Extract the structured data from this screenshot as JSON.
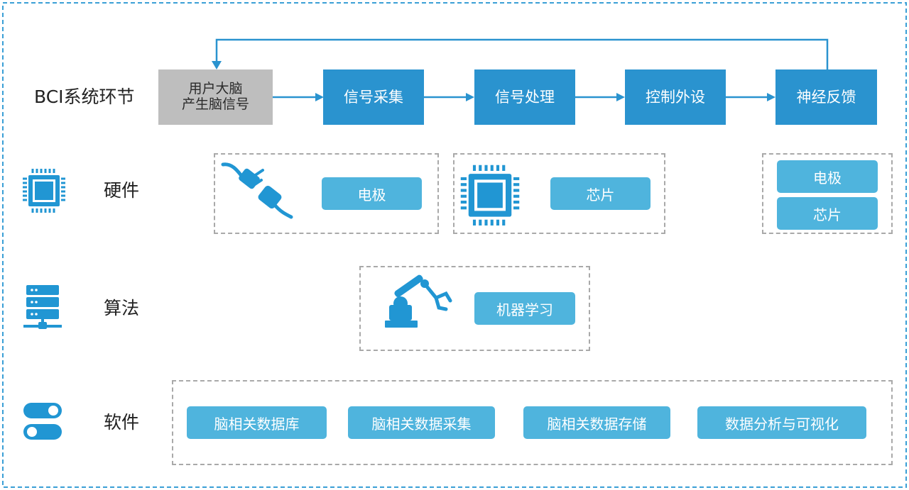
{
  "title": "BCI系统环节",
  "rows": {
    "hardware": "硬件",
    "algorithm": "算法",
    "software": "软件"
  },
  "flow": [
    {
      "id": "user",
      "label": "用户大脑\n产生脑信号"
    },
    {
      "id": "acquisition",
      "label": "信号采集"
    },
    {
      "id": "processing",
      "label": "信号处理"
    },
    {
      "id": "control",
      "label": "控制外设"
    },
    {
      "id": "feedback",
      "label": "神经反馈"
    }
  ],
  "hardware": {
    "electrode": "电极",
    "chip": "芯片",
    "feedback_electrode": "电极",
    "feedback_chip": "芯片"
  },
  "algorithm": {
    "ml": "机器学习"
  },
  "software": [
    "脑相关数据库",
    "脑相关数据采集",
    "脑相关数据存储",
    "数据分析与可视化"
  ],
  "colors": {
    "primary": "#2a93cf",
    "pill": "#4fb4dd",
    "user_box": "#bebebe",
    "icon": "#2196d3",
    "dash": "#a9a9a9"
  },
  "icons": {
    "chip": "chip-icon",
    "plug": "plug-icon",
    "server": "server-icon",
    "toggle": "toggle-icon",
    "robot_arm": "robot-arm-icon"
  }
}
